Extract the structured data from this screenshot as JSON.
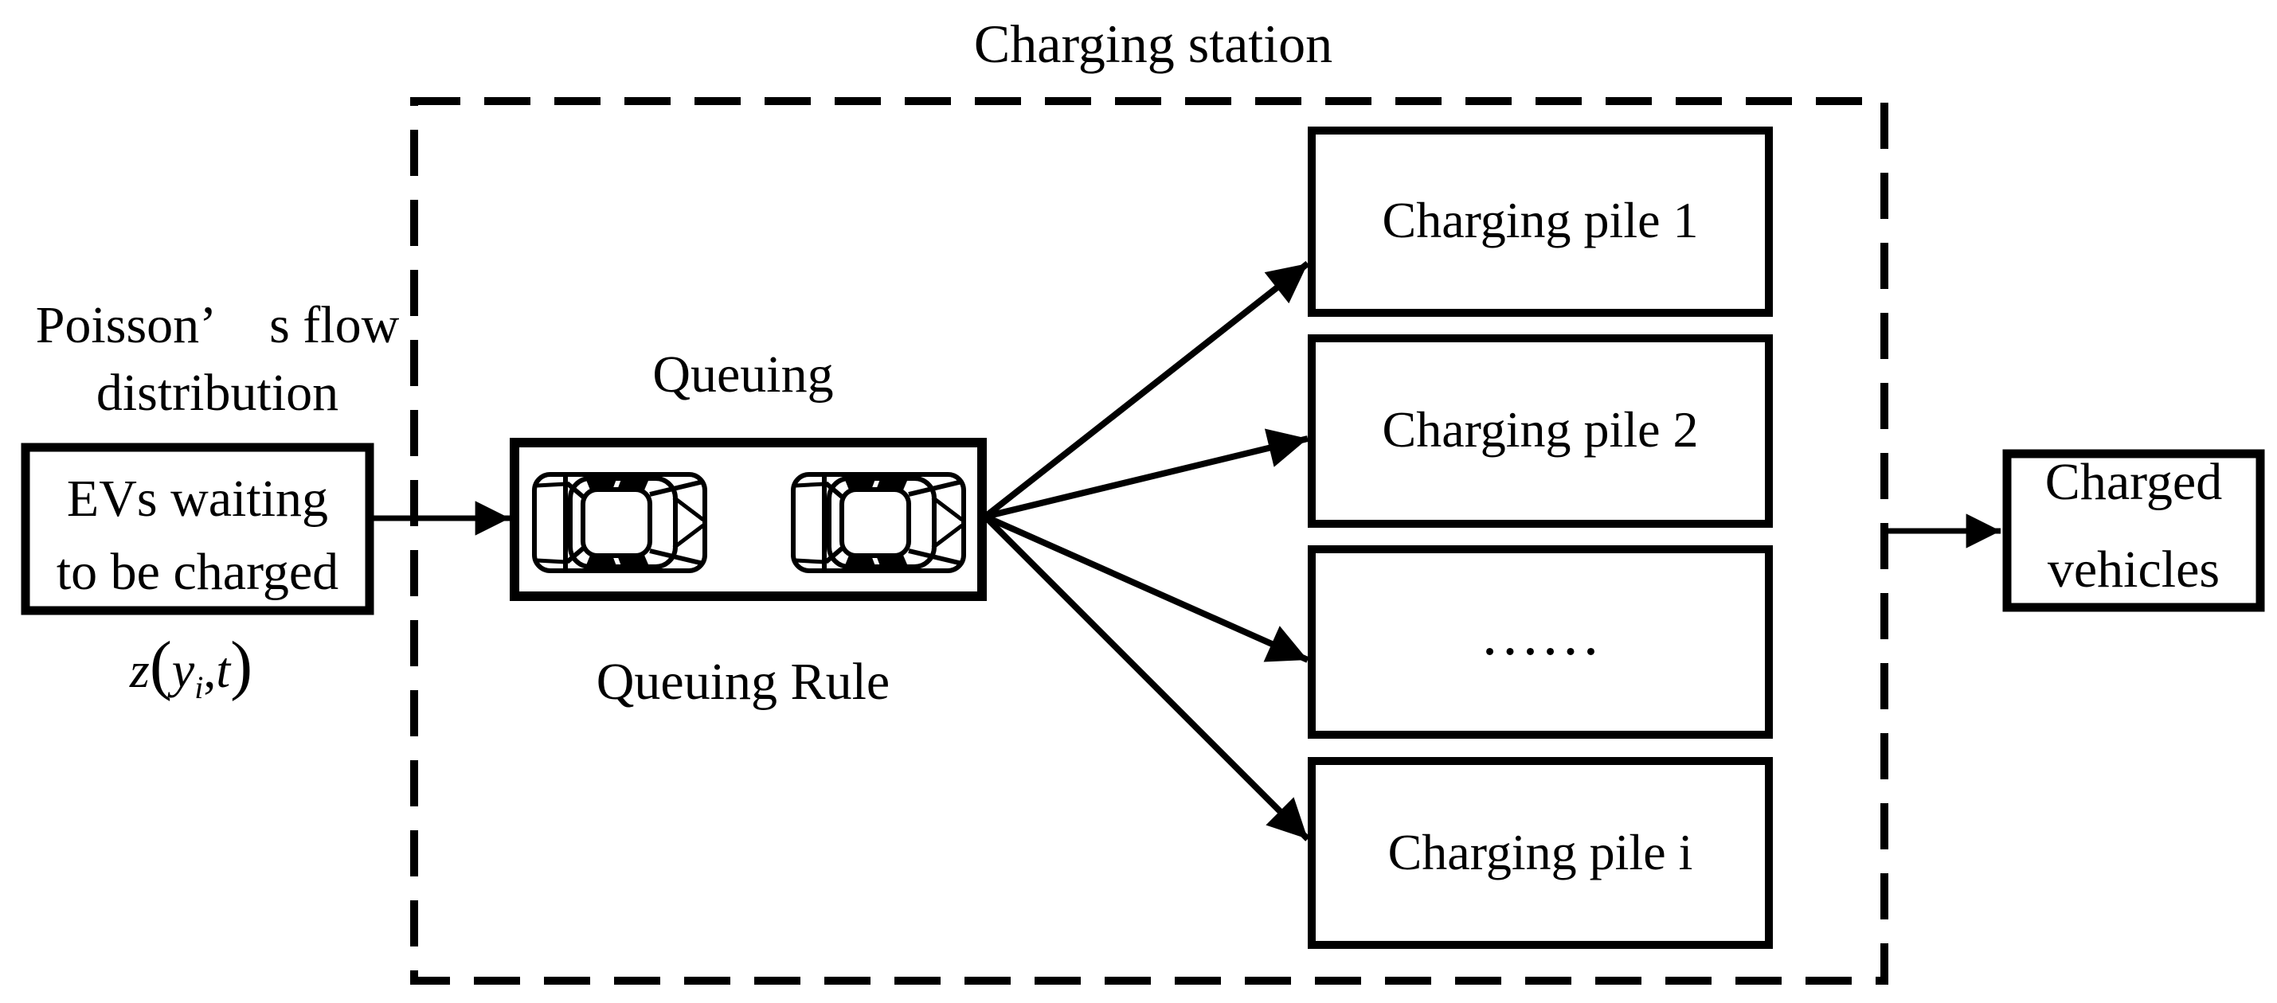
{
  "title": "Charging station",
  "source": {
    "flow_label_line1": "Poisson’ s flow",
    "flow_label_line2": "distribution",
    "box_line1": "EVs waiting",
    "box_line2": "to be charged",
    "formula_parts": {
      "name": "z",
      "open": "(",
      "variable": "y",
      "subscript": "i",
      "separator": ",",
      "time": "t",
      "close": ")"
    }
  },
  "station": {
    "queue_label": "Queuing",
    "queue_rule_label": "Queuing Rule",
    "queue_car_count": 2,
    "piles": [
      {
        "label": "Charging pile 1"
      },
      {
        "label": "Charging pile 2"
      },
      {
        "label": "……"
      },
      {
        "label": "Charging pile i"
      }
    ]
  },
  "output": {
    "box_line1": "Charged",
    "box_line2": "vehicles"
  },
  "colors": {
    "ink": "#000000",
    "background": "#ffffff"
  }
}
